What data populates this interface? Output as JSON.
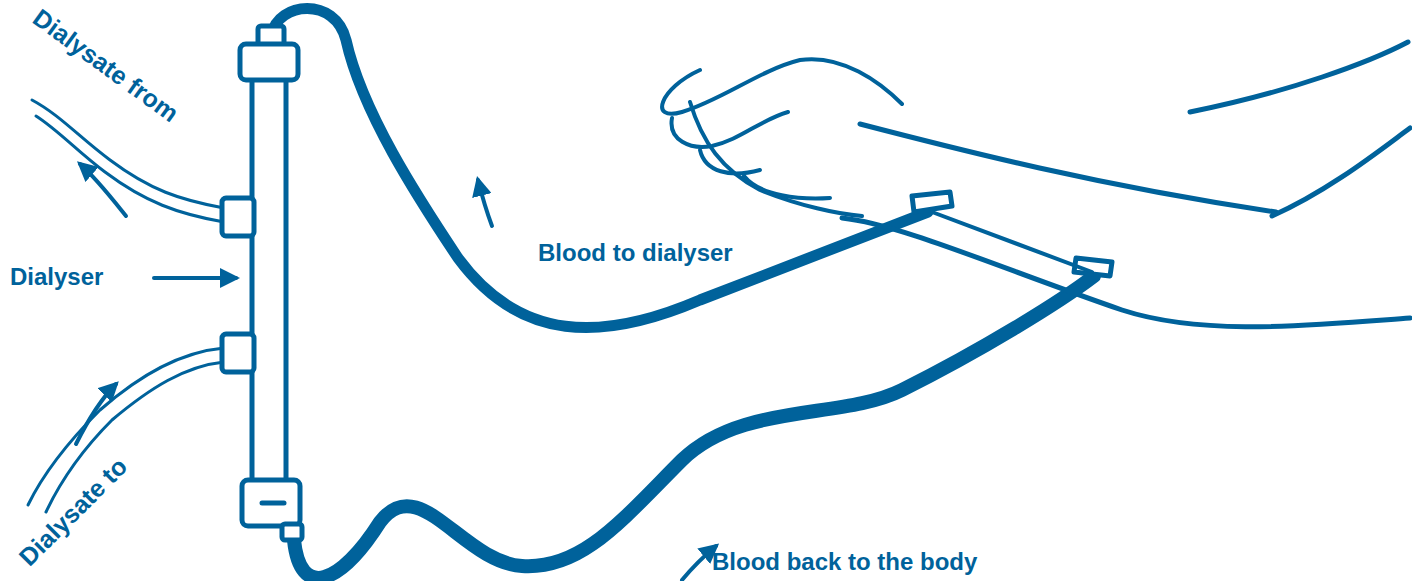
{
  "diagram": {
    "labels": [
      "Dialysate from",
      "Dialyser",
      "Blood to dialyser",
      "Dialysate to",
      "Blood back to the body"
    ]
  }
}
